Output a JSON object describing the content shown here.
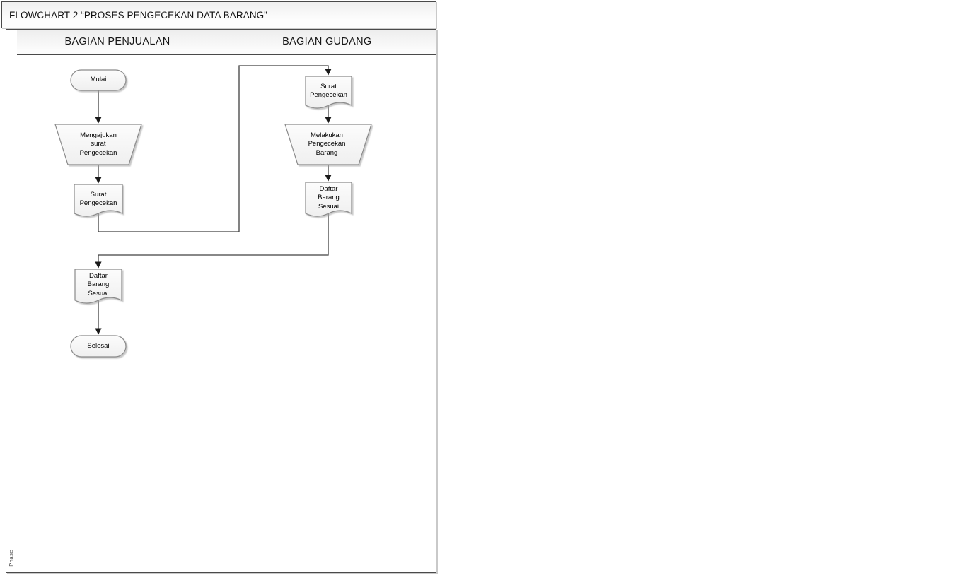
{
  "title": "FLOWCHART 2 “PROSES PENGECEKAN DATA BARANG”",
  "phase_label": "Phase",
  "lanes": [
    {
      "label": "BAGIAN PENJUALAN"
    },
    {
      "label": "BAGIAN GUDANG"
    }
  ],
  "nodes": {
    "mulai": {
      "type": "terminator",
      "lane": "BAGIAN PENJUALAN",
      "label": "Mulai"
    },
    "mengajukan_surat": {
      "type": "manual-operation",
      "lane": "BAGIAN PENJUALAN",
      "label": "Mengajukan\nsurat\nPengecekan"
    },
    "surat_pengecekan_penjualan": {
      "type": "document",
      "lane": "BAGIAN PENJUALAN",
      "label": "Surat\nPengecekan"
    },
    "surat_pengecekan_gudang": {
      "type": "document",
      "lane": "BAGIAN GUDANG",
      "label": "Surat\nPengecekan"
    },
    "melakukan_pengecekan": {
      "type": "manual-operation",
      "lane": "BAGIAN GUDANG",
      "label": "Melakukan\nPengecekan\nBarang"
    },
    "daftar_barang_gudang": {
      "type": "document",
      "lane": "BAGIAN GUDANG",
      "label": "Daftar\nBarang\nSesuai"
    },
    "daftar_barang_penjualan": {
      "type": "document",
      "lane": "BAGIAN PENJUALAN",
      "label": "Daftar\nBarang\nSesuai"
    },
    "selesai": {
      "type": "terminator",
      "lane": "BAGIAN PENJUALAN",
      "label": "Selesai"
    }
  },
  "edges": [
    {
      "from": "mulai",
      "to": "mengajukan_surat"
    },
    {
      "from": "mengajukan_surat",
      "to": "surat_pengecekan_penjualan"
    },
    {
      "from": "surat_pengecekan_penjualan",
      "to": "surat_pengecekan_gudang"
    },
    {
      "from": "surat_pengecekan_gudang",
      "to": "melakukan_pengecekan"
    },
    {
      "from": "melakukan_pengecekan",
      "to": "daftar_barang_gudang"
    },
    {
      "from": "daftar_barang_gudang",
      "to": "daftar_barang_penjualan"
    },
    {
      "from": "daftar_barang_penjualan",
      "to": "selesai"
    }
  ],
  "colors": {
    "background": "#ffffff",
    "frame_border": "#4a4a4a",
    "connector": "#404040",
    "shape_border": "#8a8a8a",
    "shape_fill_top": "#fcfcfc",
    "shape_fill_bottom": "#efefef",
    "text": "#000000"
  }
}
